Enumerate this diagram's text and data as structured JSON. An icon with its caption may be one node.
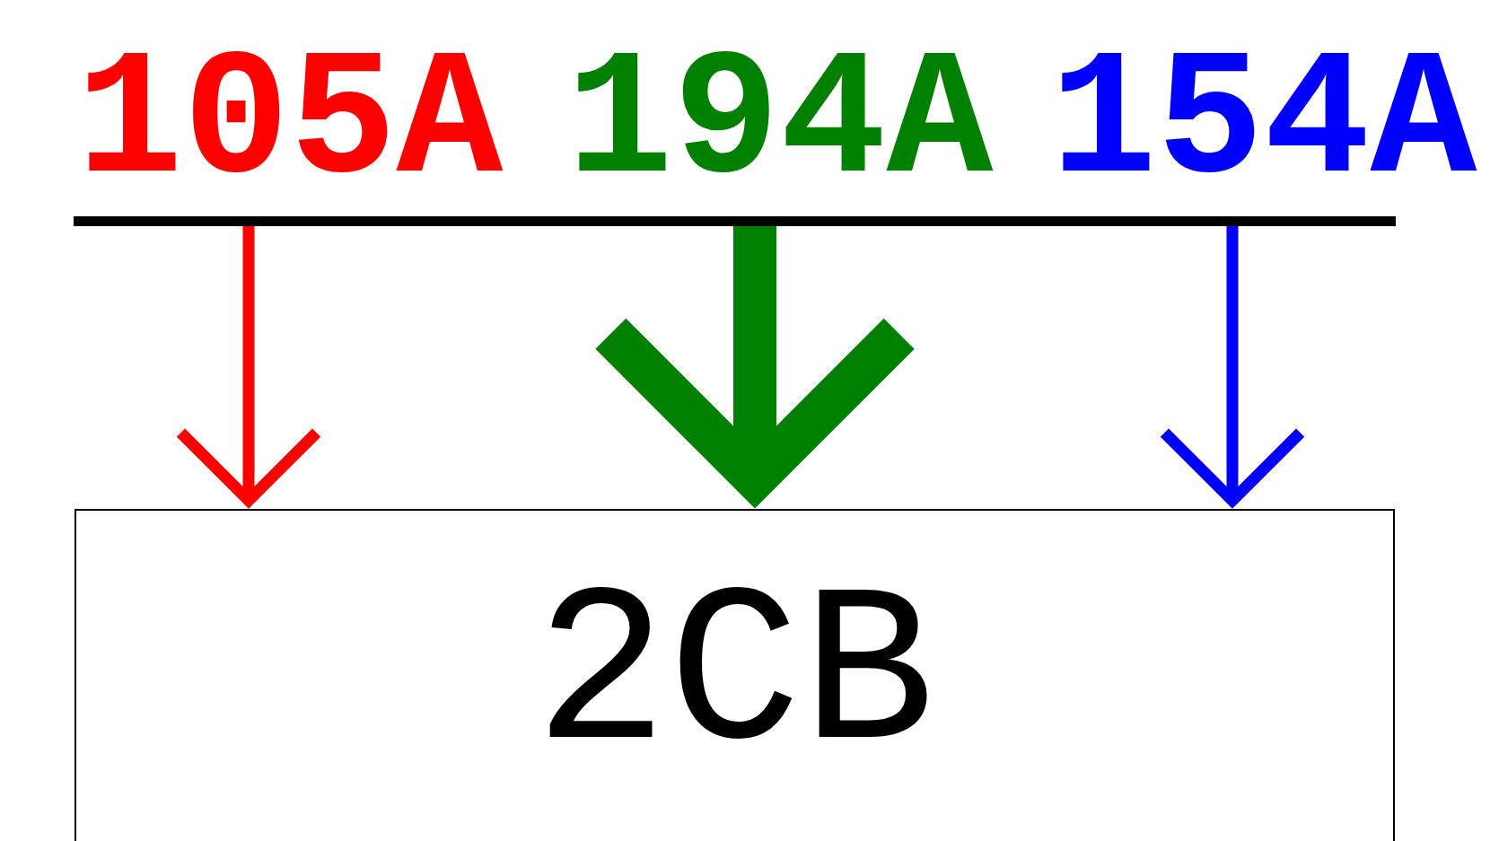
{
  "diagram": {
    "nodes": [
      {
        "text": [],
        "shape": "bar"
      },
      {
        "text": [
          "2CB"
        ]
      }
    ],
    "edges": [
      {
        "from": 0,
        "to": 1,
        "arrow": "to",
        "color": "#ff0000"
      },
      {
        "from": 0,
        "to": 1,
        "arrow": "to",
        "style": "thick",
        "color": "#008000"
      },
      {
        "from": 0,
        "to": 1,
        "arrow": "to",
        "color": "#0000ff"
      }
    ],
    "labels": [
      "105A",
      "194A",
      "154A"
    ]
  }
}
